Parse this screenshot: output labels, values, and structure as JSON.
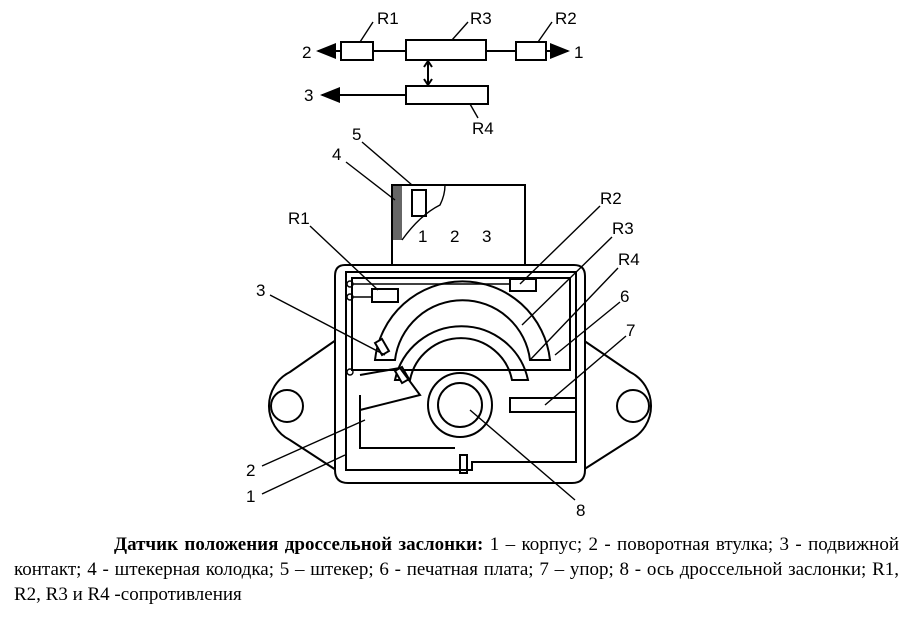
{
  "schematic": {
    "labels": {
      "r1": "R1",
      "r2": "R2",
      "r3": "R3",
      "r4": "R4",
      "out1": "1",
      "out2": "2",
      "out3": "3"
    }
  },
  "sensor": {
    "callouts": {
      "c1": "1",
      "c2": "2",
      "c3": "3",
      "c4": "4",
      "c5": "5",
      "c6": "6",
      "c7": "7",
      "c8": "8",
      "r1": "R1",
      "r2": "R2",
      "r3": "R3",
      "r4": "R4"
    },
    "connector_pins": [
      "1",
      "2",
      "3"
    ]
  },
  "caption": {
    "title": "Датчик положения дроссельной заслонки:",
    "text": " 1 – корпус; 2 - поворотная втулка; 3 - подвижной контакт; 4 - штекерная колодка; 5 – штекер; 6 - печатная плата; 7 – упор; 8 - ось дроссельной заслонки; R1, R2, R3 и R4 -сопротивления"
  }
}
